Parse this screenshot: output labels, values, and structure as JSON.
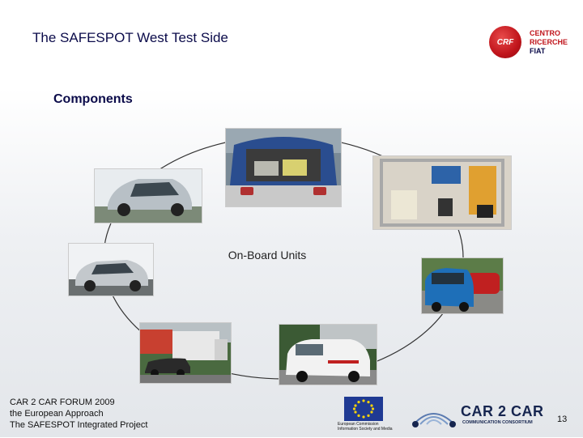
{
  "slide": {
    "title": "The SAFESPOT West Test Side",
    "subtitle": "Components",
    "center_label": "On-Board Units",
    "page_number": "13"
  },
  "footer": {
    "line1": "CAR 2 CAR FORUM 2009",
    "line2": "the European Approach",
    "line3": "The SAFESPOT Integrated Project"
  },
  "logos": {
    "crf_mark": "CRF",
    "crf_line1": "CENTRO",
    "crf_line2": "RICERCHE",
    "crf_line3": "FIAT",
    "eu_line1": "European Commission",
    "eu_line2": "Information Society and Media",
    "c2c_line1": "CAR 2 CAR",
    "c2c_line2": "COMMUNICATION CONSORTIUM"
  },
  "colors": {
    "title": "#0b0b4a",
    "crf_red": "#c0141b",
    "eu_blue": "#1f3a93",
    "c2c_navy": "#16254f"
  }
}
